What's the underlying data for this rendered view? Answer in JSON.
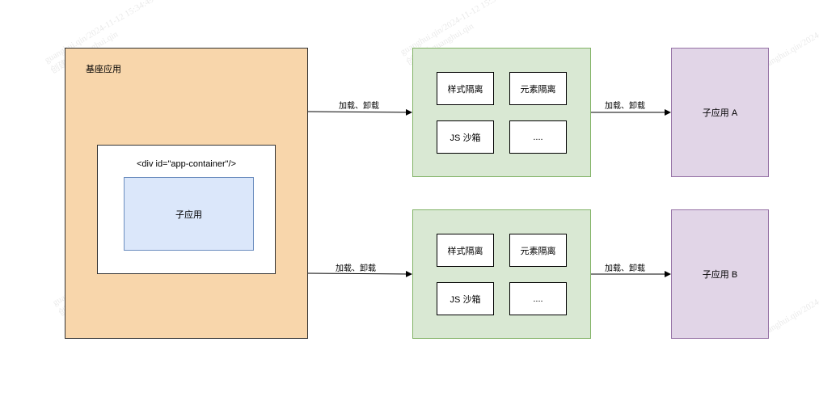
{
  "base": {
    "title": "基座应用"
  },
  "container": {
    "label": "<div id=\"app-container\"/>",
    "child": "子应用"
  },
  "middle": [
    {
      "cells": [
        "样式隔离",
        "元素隔离",
        "JS 沙箱",
        "...."
      ]
    },
    {
      "cells": [
        "样式隔离",
        "元素隔离",
        "JS 沙箱",
        "...."
      ]
    }
  ],
  "edges": {
    "load_unload": "加载、卸载"
  },
  "targets": {
    "a": "子应用 A",
    "b": "子应用 B"
  },
  "watermark": {
    "line1": "guanghui.qin/2024-11-12 15:34:49",
    "line2": "创建者:guanghui.qin"
  }
}
